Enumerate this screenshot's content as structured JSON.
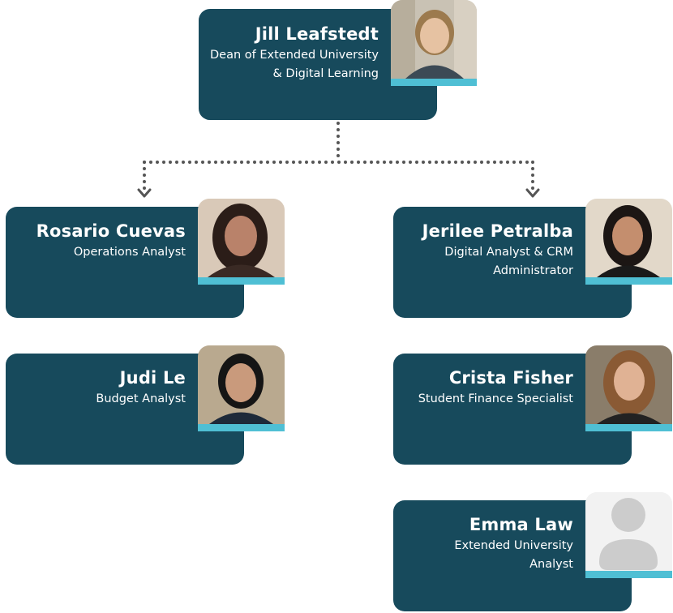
{
  "colors": {
    "card_bg": "#174a5c",
    "accent_bar": "#4fbfd4",
    "connector": "#555555"
  },
  "people": {
    "dean": {
      "name": "Jill Leafstedt",
      "title_lines": [
        "Dean of Extended University",
        "& Digital Learning"
      ],
      "photo": "portrait-photo"
    },
    "rosario": {
      "name": "Rosario Cuevas",
      "title_lines": [
        "Operations Analyst"
      ],
      "photo": "portrait-photo"
    },
    "judi": {
      "name": "Judi Le",
      "title_lines": [
        "Budget Analyst"
      ],
      "photo": "portrait-photo"
    },
    "jerilee": {
      "name": "Jerilee Petralba",
      "title_lines": [
        "Digital Analyst & CRM",
        "Administrator"
      ],
      "photo": "portrait-photo"
    },
    "crista": {
      "name": "Crista Fisher",
      "title_lines": [
        "Student Finance Specialist"
      ],
      "photo": "portrait-photo"
    },
    "emma": {
      "name": "Emma Law",
      "title_lines": [
        "Extended University",
        "Analyst"
      ],
      "photo": "avatar-placeholder-icon"
    }
  }
}
